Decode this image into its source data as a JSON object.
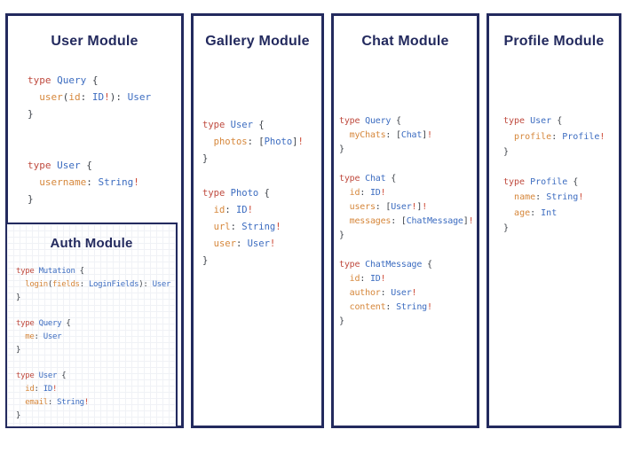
{
  "colors": {
    "navy": "#232a5e",
    "keyword": "#bf4a3e",
    "type": "#3c6cc0",
    "field": "#d6873b",
    "punct": "#3d4249",
    "bang": "#cc4733",
    "card_background": "#ffffff"
  },
  "modules": [
    {
      "id": "user",
      "title": "User Module",
      "blocks": [
        [
          [
            [
              "k",
              "type"
            ],
            [
              "p",
              " "
            ],
            [
              "t",
              "Query"
            ],
            [
              "p",
              " {"
            ]
          ],
          [
            [
              "p",
              "  "
            ],
            [
              "f",
              "user"
            ],
            [
              "p",
              "("
            ],
            [
              "f",
              "id"
            ],
            [
              "p",
              ": "
            ],
            [
              "t",
              "ID"
            ],
            [
              "b",
              "!"
            ],
            [
              "p",
              "): "
            ],
            [
              "t",
              "User"
            ]
          ],
          [
            [
              "p",
              "}"
            ]
          ]
        ],
        [
          [
            [
              "k",
              "type"
            ],
            [
              "p",
              " "
            ],
            [
              "t",
              "User"
            ],
            [
              "p",
              " {"
            ]
          ],
          [
            [
              "p",
              "  "
            ],
            [
              "f",
              "username"
            ],
            [
              "p",
              ": "
            ],
            [
              "t",
              "String"
            ],
            [
              "b",
              "!"
            ]
          ],
          [
            [
              "p",
              "}"
            ]
          ]
        ]
      ]
    },
    {
      "id": "auth",
      "title": "Auth Module",
      "blocks": [
        [
          [
            [
              "k",
              "type"
            ],
            [
              "p",
              " "
            ],
            [
              "t",
              "Mutation"
            ],
            [
              "p",
              " {"
            ]
          ],
          [
            [
              "p",
              "  "
            ],
            [
              "f",
              "login"
            ],
            [
              "p",
              "("
            ],
            [
              "f",
              "fields"
            ],
            [
              "p",
              ": "
            ],
            [
              "t",
              "LoginFields"
            ],
            [
              "p",
              "): "
            ],
            [
              "t",
              "User"
            ]
          ],
          [
            [
              "p",
              "}"
            ]
          ]
        ],
        [
          [
            [
              "k",
              "type"
            ],
            [
              "p",
              " "
            ],
            [
              "t",
              "Query"
            ],
            [
              "p",
              " {"
            ]
          ],
          [
            [
              "p",
              "  "
            ],
            [
              "f",
              "me"
            ],
            [
              "p",
              ": "
            ],
            [
              "t",
              "User"
            ]
          ],
          [
            [
              "p",
              "}"
            ]
          ]
        ],
        [
          [
            [
              "k",
              "type"
            ],
            [
              "p",
              " "
            ],
            [
              "t",
              "User"
            ],
            [
              "p",
              " {"
            ]
          ],
          [
            [
              "p",
              "  "
            ],
            [
              "f",
              "id"
            ],
            [
              "p",
              ": "
            ],
            [
              "t",
              "ID"
            ],
            [
              "b",
              "!"
            ]
          ],
          [
            [
              "p",
              "  "
            ],
            [
              "f",
              "email"
            ],
            [
              "p",
              ": "
            ],
            [
              "t",
              "String"
            ],
            [
              "b",
              "!"
            ]
          ],
          [
            [
              "p",
              "}"
            ]
          ]
        ]
      ]
    },
    {
      "id": "gallery",
      "title": "Gallery Module",
      "blocks": [
        [
          [
            [
              "k",
              "type"
            ],
            [
              "p",
              " "
            ],
            [
              "t",
              "User"
            ],
            [
              "p",
              " {"
            ]
          ],
          [
            [
              "p",
              "  "
            ],
            [
              "f",
              "photos"
            ],
            [
              "p",
              ": ["
            ],
            [
              "t",
              "Photo"
            ],
            [
              "p",
              "]"
            ],
            [
              "b",
              "!"
            ]
          ],
          [
            [
              "p",
              "}"
            ]
          ]
        ],
        [
          [
            [
              "k",
              "type"
            ],
            [
              "p",
              " "
            ],
            [
              "t",
              "Photo"
            ],
            [
              "p",
              " {"
            ]
          ],
          [
            [
              "p",
              "  "
            ],
            [
              "f",
              "id"
            ],
            [
              "p",
              ": "
            ],
            [
              "t",
              "ID"
            ],
            [
              "b",
              "!"
            ]
          ],
          [
            [
              "p",
              "  "
            ],
            [
              "f",
              "url"
            ],
            [
              "p",
              ": "
            ],
            [
              "t",
              "String"
            ],
            [
              "b",
              "!"
            ]
          ],
          [
            [
              "p",
              "  "
            ],
            [
              "f",
              "user"
            ],
            [
              "p",
              ": "
            ],
            [
              "t",
              "User"
            ],
            [
              "b",
              "!"
            ]
          ],
          [
            [
              "p",
              "}"
            ]
          ]
        ]
      ]
    },
    {
      "id": "chat",
      "title": "Chat Module",
      "blocks": [
        [
          [
            [
              "k",
              "type"
            ],
            [
              "p",
              " "
            ],
            [
              "t",
              "Query"
            ],
            [
              "p",
              " {"
            ]
          ],
          [
            [
              "p",
              "  "
            ],
            [
              "f",
              "myChats"
            ],
            [
              "p",
              ": ["
            ],
            [
              "t",
              "Chat"
            ],
            [
              "p",
              "]"
            ],
            [
              "b",
              "!"
            ]
          ],
          [
            [
              "p",
              "}"
            ]
          ]
        ],
        [
          [
            [
              "k",
              "type"
            ],
            [
              "p",
              " "
            ],
            [
              "t",
              "Chat"
            ],
            [
              "p",
              " {"
            ]
          ],
          [
            [
              "p",
              "  "
            ],
            [
              "f",
              "id"
            ],
            [
              "p",
              ": "
            ],
            [
              "t",
              "ID"
            ],
            [
              "b",
              "!"
            ]
          ],
          [
            [
              "p",
              "  "
            ],
            [
              "f",
              "users"
            ],
            [
              "p",
              ": ["
            ],
            [
              "t",
              "User"
            ],
            [
              "b",
              "!"
            ],
            [
              "p",
              "]"
            ],
            [
              "b",
              "!"
            ]
          ],
          [
            [
              "p",
              "  "
            ],
            [
              "f",
              "messages"
            ],
            [
              "p",
              ": ["
            ],
            [
              "t",
              "ChatMessage"
            ],
            [
              "p",
              "]"
            ],
            [
              "b",
              "!"
            ]
          ],
          [
            [
              "p",
              "}"
            ]
          ]
        ],
        [
          [
            [
              "k",
              "type"
            ],
            [
              "p",
              " "
            ],
            [
              "t",
              "ChatMessage"
            ],
            [
              "p",
              " {"
            ]
          ],
          [
            [
              "p",
              "  "
            ],
            [
              "f",
              "id"
            ],
            [
              "p",
              ": "
            ],
            [
              "t",
              "ID"
            ],
            [
              "b",
              "!"
            ]
          ],
          [
            [
              "p",
              "  "
            ],
            [
              "f",
              "author"
            ],
            [
              "p",
              ": "
            ],
            [
              "t",
              "User"
            ],
            [
              "b",
              "!"
            ]
          ],
          [
            [
              "p",
              "  "
            ],
            [
              "f",
              "content"
            ],
            [
              "p",
              ": "
            ],
            [
              "t",
              "String"
            ],
            [
              "b",
              "!"
            ]
          ],
          [
            [
              "p",
              "}"
            ]
          ]
        ]
      ]
    },
    {
      "id": "profile",
      "title": "Profile Module",
      "blocks": [
        [
          [
            [
              "k",
              "type"
            ],
            [
              "p",
              " "
            ],
            [
              "t",
              "User"
            ],
            [
              "p",
              " {"
            ]
          ],
          [
            [
              "p",
              "  "
            ],
            [
              "f",
              "profile"
            ],
            [
              "p",
              ": "
            ],
            [
              "t",
              "Profile"
            ],
            [
              "b",
              "!"
            ]
          ],
          [
            [
              "p",
              "}"
            ]
          ]
        ],
        [
          [
            [
              "k",
              "type"
            ],
            [
              "p",
              " "
            ],
            [
              "t",
              "Profile"
            ],
            [
              "p",
              " {"
            ]
          ],
          [
            [
              "p",
              "  "
            ],
            [
              "f",
              "name"
            ],
            [
              "p",
              ": "
            ],
            [
              "t",
              "String"
            ],
            [
              "b",
              "!"
            ]
          ],
          [
            [
              "p",
              "  "
            ],
            [
              "f",
              "age"
            ],
            [
              "p",
              ": "
            ],
            [
              "t",
              "Int"
            ]
          ],
          [
            [
              "p",
              "}"
            ]
          ]
        ]
      ]
    }
  ]
}
